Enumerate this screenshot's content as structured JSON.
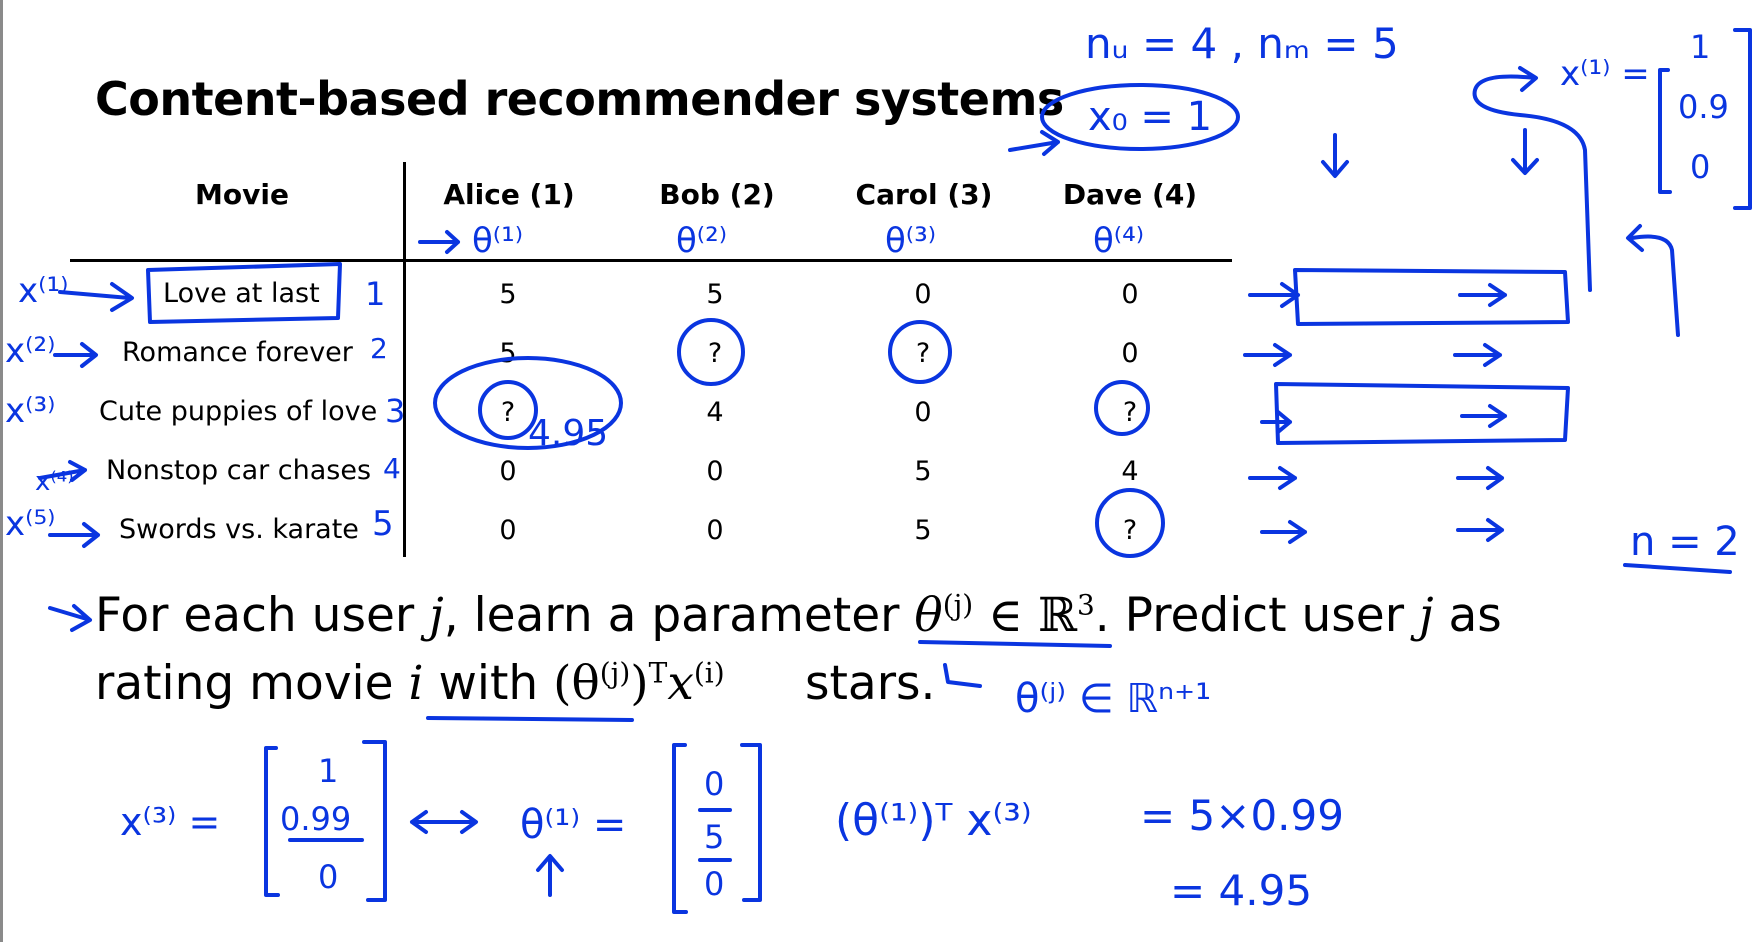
{
  "slide": {
    "title": "Content-based recommender systems"
  },
  "table": {
    "headers": [
      "Movie",
      "Alice (1)",
      "Bob (2)",
      "Carol (3)",
      "Dave (4)"
    ],
    "rows": [
      {
        "movie": "Love at last",
        "ratings": [
          "5",
          "5",
          "0",
          "0"
        ]
      },
      {
        "movie": "Romance forever",
        "ratings": [
          "5",
          "?",
          "?",
          "0"
        ]
      },
      {
        "movie": "Cute puppies of love",
        "ratings": [
          "?",
          "4",
          "0",
          "?"
        ]
      },
      {
        "movie": "Nonstop car chases",
        "ratings": [
          "0",
          "0",
          "5",
          "4"
        ]
      },
      {
        "movie": "Swords vs. karate",
        "ratings": [
          "0",
          "0",
          "5",
          "?"
        ]
      }
    ]
  },
  "text": {
    "line1_a": "For each user ",
    "line1_j1": "j",
    "line1_b": ", learn a parameter ",
    "line1_theta": "θ",
    "line1_theta_sup": "(j)",
    "line1_in": " ∈ ℝ",
    "line1_in_sup": "3",
    "line1_c": ". Predict user ",
    "line1_j2": "j",
    "line1_d": " as",
    "line2_a": "rating movie ",
    "line2_i": "i",
    "line2_b": " with ",
    "line2_formula": "(θ",
    "line2_formula_sup": "(j)",
    "line2_formula_b": ")",
    "line2_formula_T": "T",
    "line2_formula_x": "x",
    "line2_formula_xsup": "(i)",
    "line2_c": "stars."
  },
  "annotations": {
    "nu_nm": "nᵤ = 4 , nₘ = 5",
    "x0": "x₀ = 1",
    "x_labels": [
      "x⁽¹⁾",
      "x⁽²⁾",
      "x⁽³⁾",
      "x⁽⁴⁾",
      "x⁽⁵⁾"
    ],
    "movie_indices": [
      "1",
      "2",
      "3",
      "4",
      "5"
    ],
    "theta_labels": [
      "θ⁽¹⁾",
      "θ⁽²⁾",
      "θ⁽³⁾",
      "θ⁽⁴⁾"
    ],
    "prediction": "4.95",
    "x1_vector_label": "x⁽¹⁾ =",
    "x1_vector": [
      "1",
      "0.9",
      "0"
    ],
    "n_equals": "n = 2",
    "theta_dim": "θ⁽ʲ⁾ ∈ ℝⁿ⁺¹",
    "x3_vector_label": "x⁽³⁾ =",
    "x3_vector": [
      "1",
      "0.99",
      "0"
    ],
    "theta1_vector_label": "θ⁽¹⁾ =",
    "theta1_vector": [
      "0",
      "5",
      "0"
    ],
    "product_label": "(θ⁽¹⁾)ᵀ x⁽³⁾",
    "product_eq1": "= 5×0.99",
    "product_eq2": "= 4.95"
  },
  "colors": {
    "ink": "#0a35e0",
    "text": "#000000",
    "background": "#ffffff"
  }
}
